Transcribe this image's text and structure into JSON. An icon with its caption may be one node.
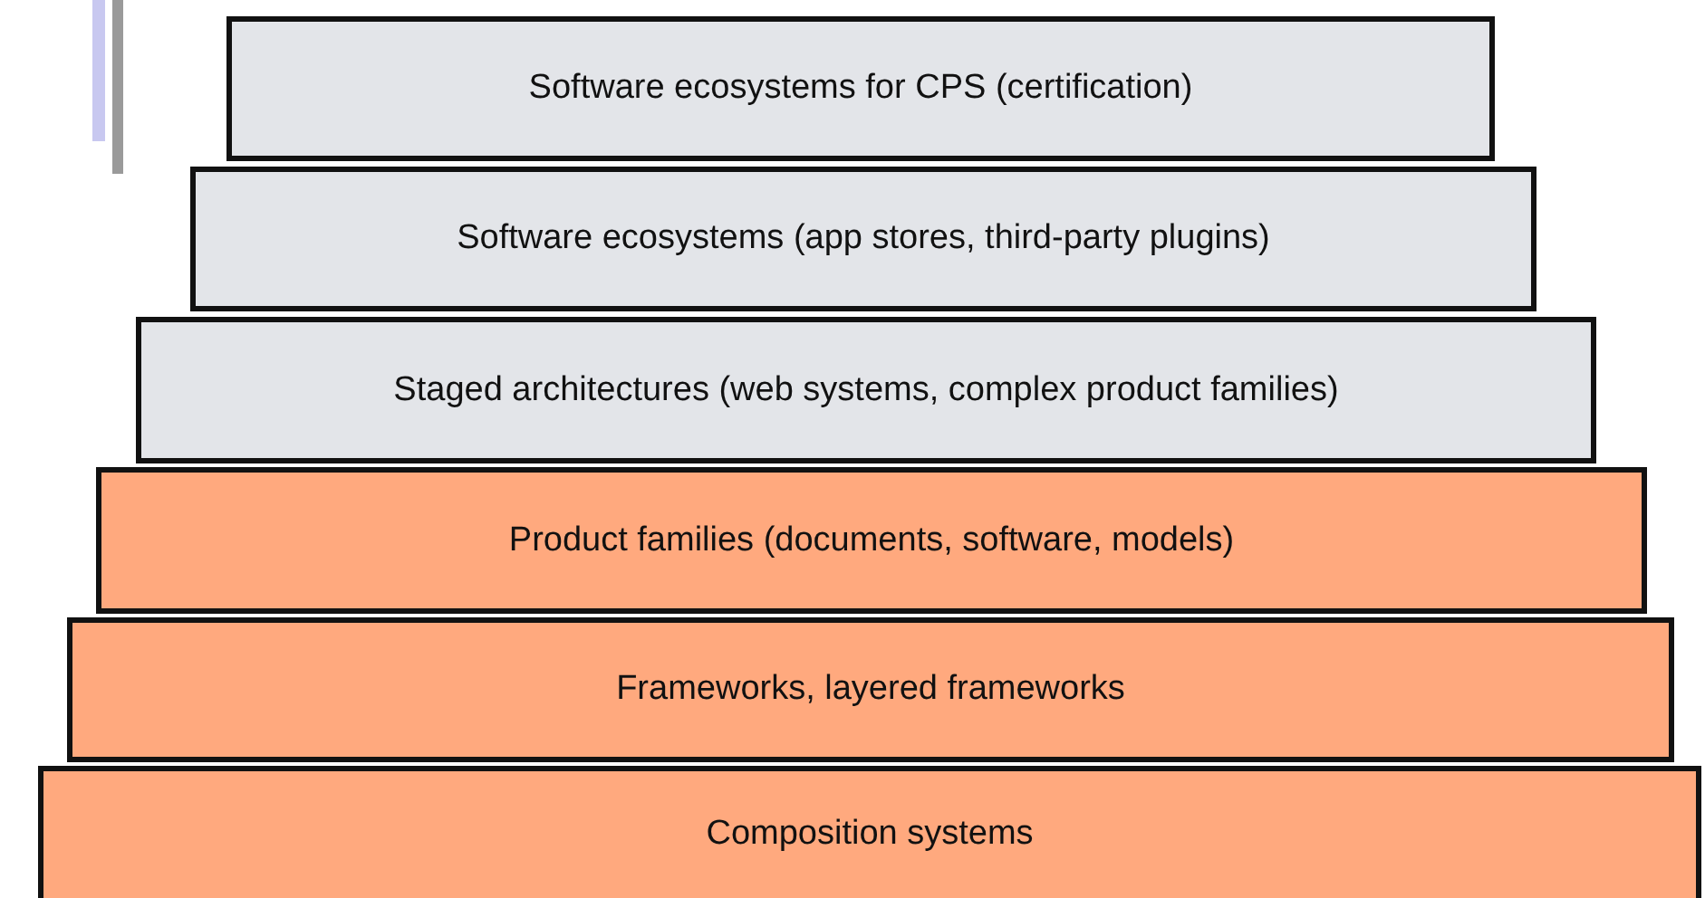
{
  "diagram": {
    "nodes": [
      {
        "text": [
          "Software ecosystems for CPS (certification)"
        ]
      },
      {
        "text": [
          "Software ecosystems (app stores, third-party plugins)"
        ]
      },
      {
        "text": [
          "Staged architectures (web systems, complex product families)"
        ]
      },
      {
        "text": [
          "Product families (documents, software, models)"
        ]
      },
      {
        "text": [
          "Frameworks, layered frameworks"
        ]
      },
      {
        "text": [
          "Composition systems"
        ]
      }
    ]
  }
}
